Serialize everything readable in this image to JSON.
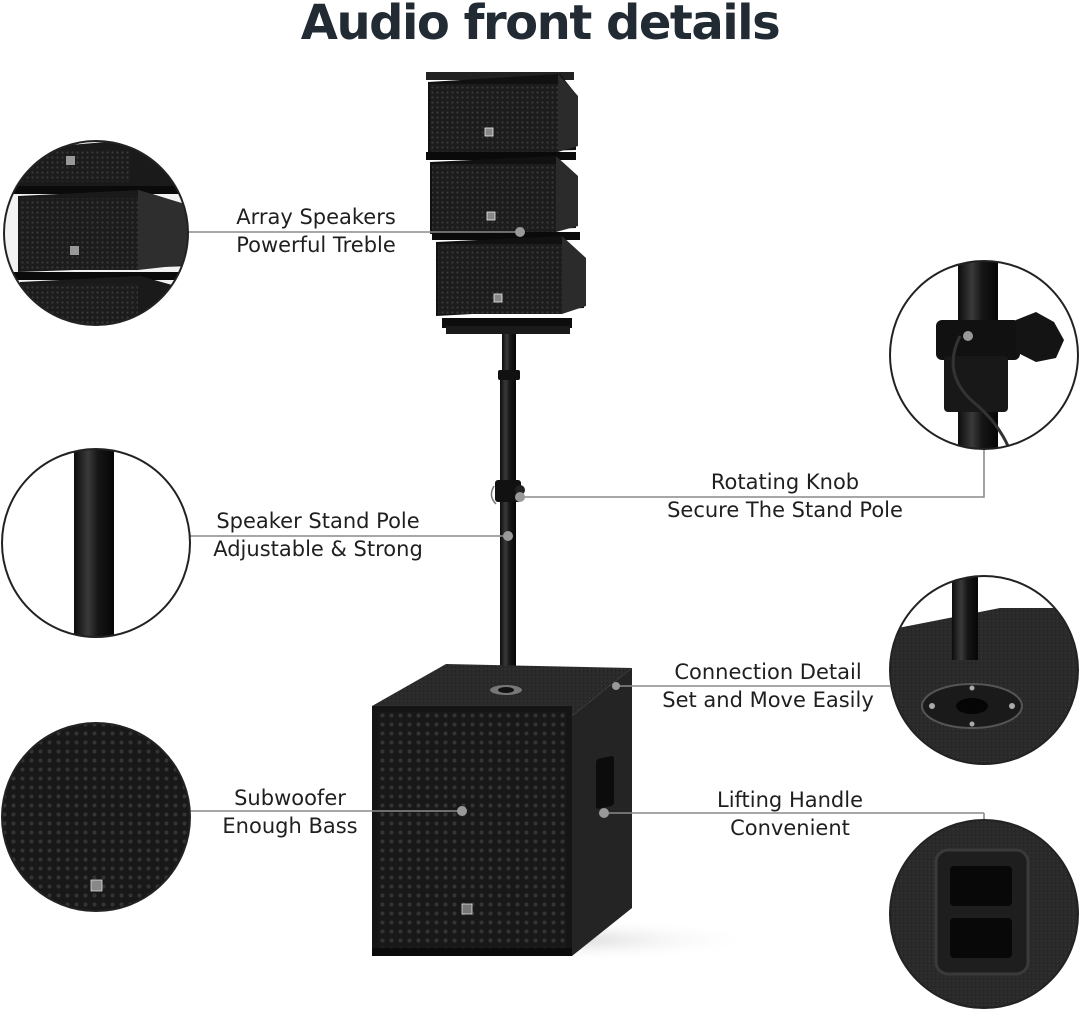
{
  "title": "Audio front details",
  "callouts": [
    {
      "id": "array",
      "line1": "Array Speakers",
      "line2": "Powerful Treble"
    },
    {
      "id": "pole",
      "line1": "Speaker Stand Pole",
      "line2": "Adjustable & Strong"
    },
    {
      "id": "sub",
      "line1": "Subwoofer",
      "line2": "Enough Bass"
    },
    {
      "id": "knob",
      "line1": "Rotating Knob",
      "line2": "Secure The Stand Pole"
    },
    {
      "id": "connection",
      "line1": "Connection Detail",
      "line2": "Set and Move Easily"
    },
    {
      "id": "handle",
      "line1": "Lifting Handle",
      "line2": "Convenient"
    }
  ]
}
